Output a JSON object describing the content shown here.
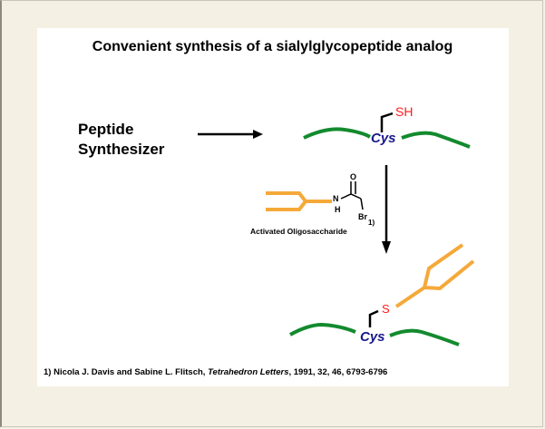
{
  "title": "Convenient synthesis of a sialylglycopeptide analog",
  "left_label": {
    "line1": "Peptide",
    "line2": "Synthesizer"
  },
  "labels": {
    "cys": "Cys",
    "sh": "SH",
    "s": "S",
    "o": "O",
    "n": "N",
    "h": "H",
    "br": "Br",
    "footnote_mark": "1)",
    "activated": "Activated Oligosaccharide"
  },
  "reference": {
    "prefix": "1) Nicola J. Davis and Sabine L. Flitsch, ",
    "journal": "Tetrahedron Letters",
    "suffix": ", 1991, 32, 46, 6793-6796"
  },
  "colors": {
    "peptide": "#138a2e",
    "cys": "#1a1a8c",
    "sulfur": "#ff1a1a",
    "sugar": "#f5a93a"
  }
}
